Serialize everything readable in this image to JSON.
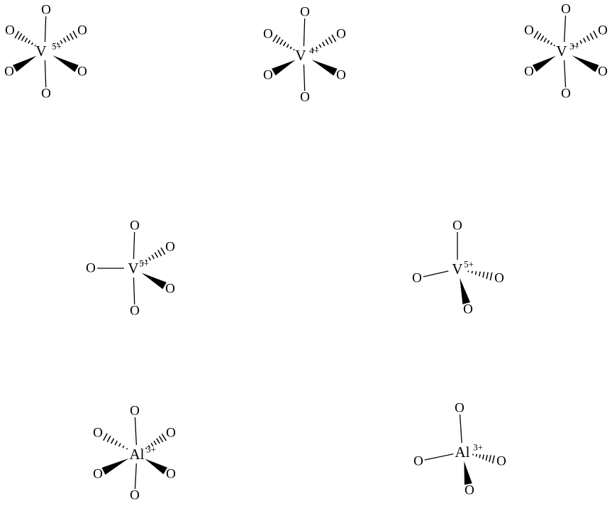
{
  "diagram": {
    "colors": {
      "ink": "#000000",
      "background": "#ffffff"
    },
    "structures": [
      {
        "id": "v5-octahedral",
        "metal": "V",
        "charge": "5+",
        "ligands": [
          {
            "symbol": "O",
            "bond": "plain"
          },
          {
            "symbol": "O",
            "bond": "plain"
          },
          {
            "symbol": "O",
            "bond": "hash"
          },
          {
            "symbol": "O",
            "bond": "hash"
          },
          {
            "symbol": "O",
            "bond": "wedge"
          },
          {
            "symbol": "O",
            "bond": "wedge"
          }
        ]
      },
      {
        "id": "v4-octahedral",
        "metal": "V",
        "charge": "4+",
        "ligands": [
          {
            "symbol": "O",
            "bond": "plain"
          },
          {
            "symbol": "O",
            "bond": "plain"
          },
          {
            "symbol": "O",
            "bond": "hash"
          },
          {
            "symbol": "O",
            "bond": "hash"
          },
          {
            "symbol": "O",
            "bond": "wedge"
          },
          {
            "symbol": "O",
            "bond": "wedge"
          }
        ]
      },
      {
        "id": "v3-octahedral",
        "metal": "V",
        "charge": "3+",
        "ligands": [
          {
            "symbol": "O",
            "bond": "plain"
          },
          {
            "symbol": "O",
            "bond": "plain"
          },
          {
            "symbol": "O",
            "bond": "hash"
          },
          {
            "symbol": "O",
            "bond": "hash"
          },
          {
            "symbol": "O",
            "bond": "wedge"
          },
          {
            "symbol": "O",
            "bond": "wedge"
          }
        ]
      },
      {
        "id": "v5-five-coordinate",
        "metal": "V",
        "charge": "5+",
        "ligands": [
          {
            "symbol": "O",
            "bond": "plain"
          },
          {
            "symbol": "O",
            "bond": "plain"
          },
          {
            "symbol": "O",
            "bond": "plain"
          },
          {
            "symbol": "O",
            "bond": "hash"
          },
          {
            "symbol": "O",
            "bond": "wedge"
          }
        ]
      },
      {
        "id": "v5-tetrahedral",
        "metal": "V",
        "charge": "5+",
        "ligands": [
          {
            "symbol": "O",
            "bond": "plain"
          },
          {
            "symbol": "O",
            "bond": "plain"
          },
          {
            "symbol": "O",
            "bond": "hash"
          },
          {
            "symbol": "O",
            "bond": "wedge"
          }
        ]
      },
      {
        "id": "al3-octahedral",
        "metal": "Al",
        "charge": "3+",
        "ligands": [
          {
            "symbol": "O",
            "bond": "plain"
          },
          {
            "symbol": "O",
            "bond": "plain"
          },
          {
            "symbol": "O",
            "bond": "hash"
          },
          {
            "symbol": "O",
            "bond": "hash"
          },
          {
            "symbol": "O",
            "bond": "wedge"
          },
          {
            "symbol": "O",
            "bond": "wedge"
          }
        ]
      },
      {
        "id": "al3-tetrahedral",
        "metal": "Al",
        "charge": "3+",
        "ligands": [
          {
            "symbol": "O",
            "bond": "plain"
          },
          {
            "symbol": "O",
            "bond": "plain"
          },
          {
            "symbol": "O",
            "bond": "hash"
          },
          {
            "symbol": "O",
            "bond": "wedge"
          }
        ]
      }
    ]
  }
}
